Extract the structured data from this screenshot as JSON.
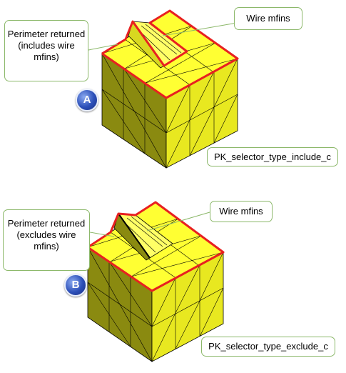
{
  "panels": [
    {
      "badge": "A",
      "perimeter_label": "Perimeter returned (includes wire mfins)",
      "wire_label": "Wire mfins",
      "selector_label": "PK_selector_type_include_c"
    },
    {
      "badge": "B",
      "perimeter_label": "Perimeter returned (excludes wire mfins)",
      "wire_label": "Wire mfins",
      "selector_label": "PK_selector_type_exclude_c"
    }
  ],
  "colors": {
    "top_face": "#ffff33",
    "right_face": "#e8e820",
    "left_face": "#8a8a10",
    "perimeter": "#e82020",
    "callout_border": "#8cb86a"
  }
}
